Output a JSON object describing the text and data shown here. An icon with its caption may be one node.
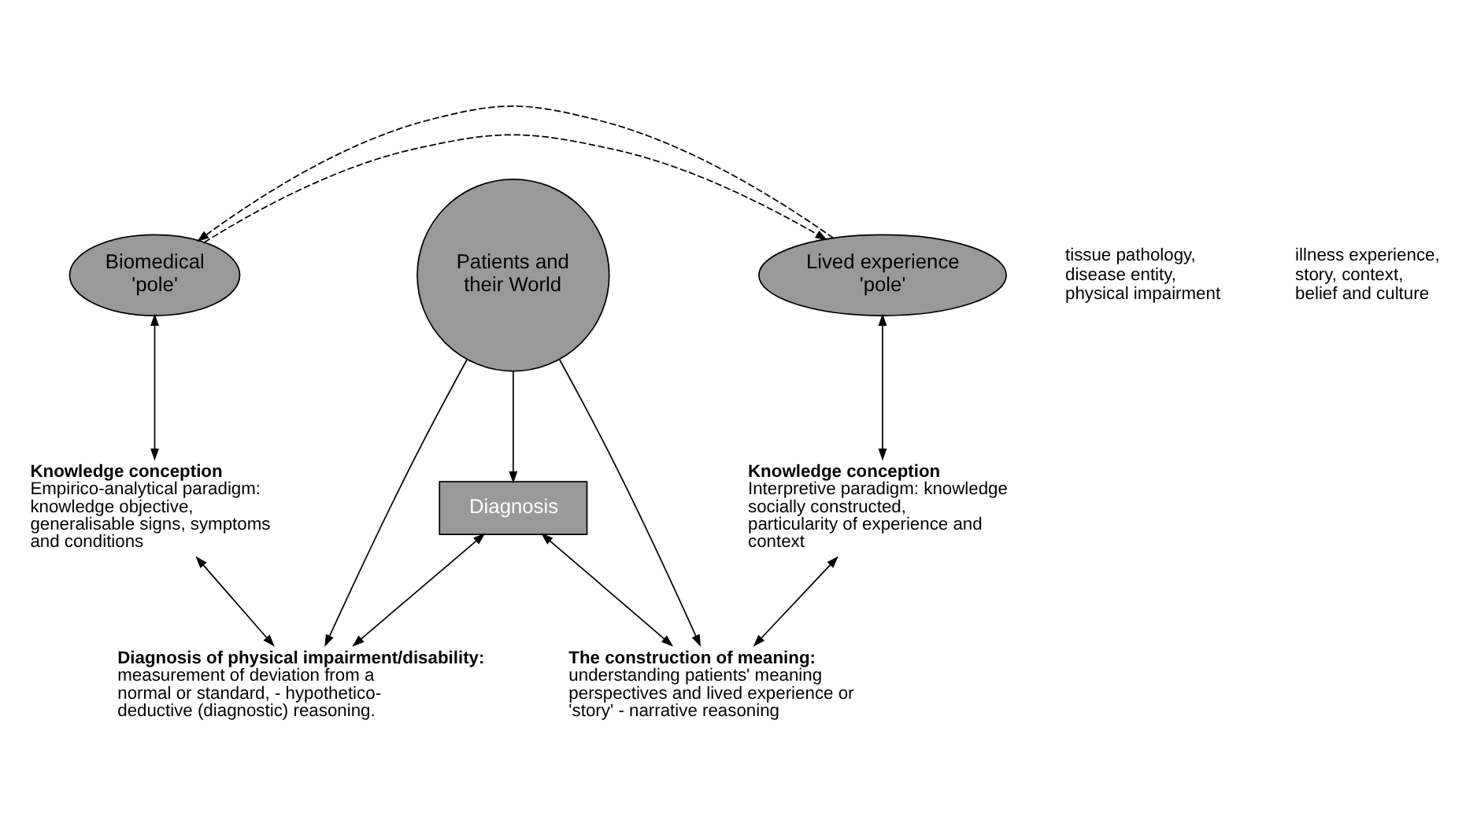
{
  "diagram": {
    "nodes": [
      {
        "text": [
          "Knowledge conception",
          "Empirico-analytical paradigm: knowledge objective, generalisable signs, symptoms and conditions"
        ]
      },
      {
        "text": [
          "Diagnosis"
        ]
      },
      {
        "text": [
          "Knowledge conception",
          "Interpretive paradigm: knowledge socially constructed, particularity of experience and context"
        ]
      },
      {
        "text": [
          "Diagnosis of physical impairment/disability:",
          "measurement of deviation from a normal or standard, - hypothetico-deductive (diagnostic) reasoning."
        ]
      },
      {
        "text": [
          "The construction of meaning:",
          "understanding patients' meaning perspectives and lived experience or 'story' - narrative reasoning"
        ]
      },
      {
        "text": [
          "Biomedical 'pole'"
        ]
      },
      {
        "text": [
          "Patients and their World"
        ]
      },
      {
        "text": [
          "Lived experience 'pole'"
        ]
      }
    ],
    "edges": [
      {
        "from": 5,
        "to": 0,
        "arrow": "both"
      },
      {
        "from": 0,
        "to": 3,
        "arrow": "both"
      },
      {
        "from": 1,
        "to": 3,
        "arrow": "both"
      },
      {
        "from": 1,
        "to": 4,
        "arrow": "both"
      },
      {
        "from": 2,
        "to": 4,
        "arrow": "both"
      },
      {
        "from": 7,
        "to": 2,
        "arrow": "both"
      },
      {
        "from": 6,
        "to": 1,
        "arrow": "to"
      },
      {
        "from": 6,
        "to": 3,
        "arrow": "to"
      },
      {
        "from": 6,
        "to": 4,
        "arrow": "to"
      },
      {
        "from": 5,
        "to": 7,
        "arrow": "to",
        "style": "dashed"
      },
      {
        "from": 7,
        "to": 5,
        "arrow": "to",
        "style": "dashed"
      }
    ],
    "labels": [
      "tissue pathology, disease entity, physical impairment",
      "illness experience, story, context, belief and culture"
    ]
  }
}
